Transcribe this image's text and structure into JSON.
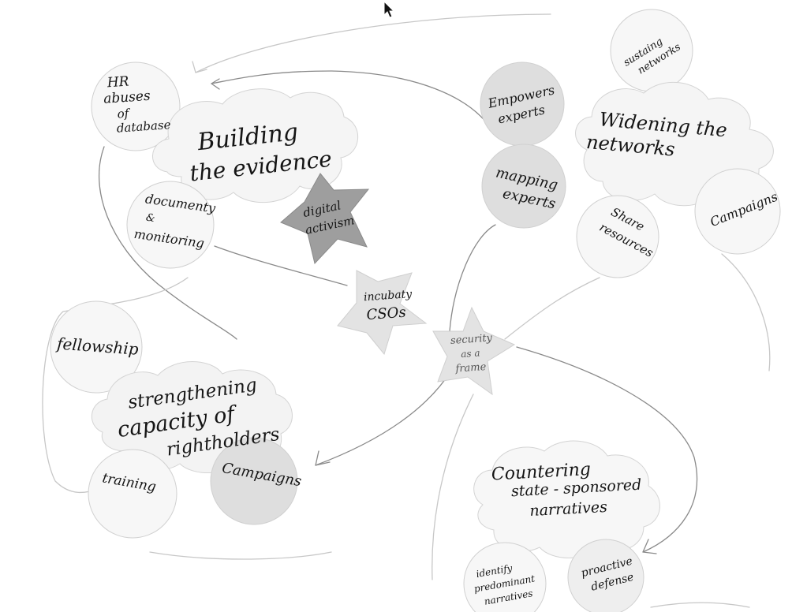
{
  "colors": {
    "canvas": "#ffffff",
    "shape_white": "#f7f7f7",
    "shape_gray": "#dedede",
    "star_dark": "#9e9e9e",
    "star_light": "#e3e3e3",
    "ink": "#151515"
  },
  "icons": {
    "cursor": "mouse-pointer-icon"
  },
  "nodes": {
    "hr_abuses": [
      "HR",
      "abuses",
      "of",
      "database"
    ],
    "building_evidence": [
      "Building",
      "the evidence"
    ],
    "digital_activism": [
      "digital",
      "activism"
    ],
    "documenting": [
      "documenty",
      "&",
      "monitoring"
    ],
    "incubating": [
      "incubaty",
      "CSOs"
    ],
    "security_frame": [
      "security",
      "as a",
      "frame"
    ],
    "empowers_experts": [
      "Empowers",
      "experts"
    ],
    "mapping_experts": [
      "mapping",
      "experts"
    ],
    "sustaining_networks": [
      "sustaing",
      "networks"
    ],
    "widening_networks": [
      "Widening the",
      "networks"
    ],
    "share_resources": [
      "Share",
      "resources"
    ],
    "campaigns_right": [
      "Campaigns"
    ],
    "fellowship": [
      "fellowship"
    ],
    "strengthening": [
      "strengthening",
      "capacity of",
      "rightholders"
    ],
    "training": [
      "training"
    ],
    "campaigns_left": [
      "Campaigns"
    ],
    "countering": [
      "Countering",
      "state - sponsored",
      "narratives"
    ],
    "identify": [
      "identify",
      "predominant",
      "narratives"
    ],
    "proactive": [
      "proactive",
      "defense"
    ]
  }
}
